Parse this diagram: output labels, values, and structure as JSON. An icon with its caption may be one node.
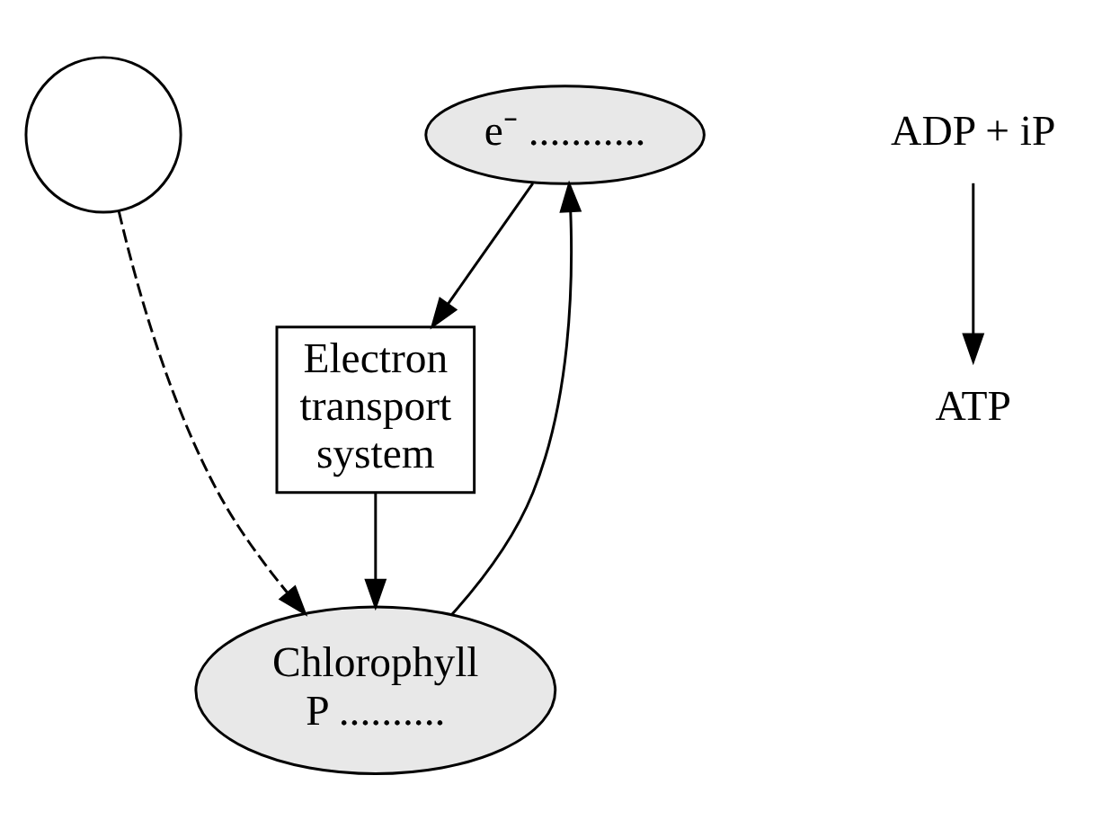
{
  "diagram": {
    "nodes": [
      {
        "text": [],
        "shape": "circle"
      },
      {
        "text": [
          "e⁻ ..........."
        ]
      },
      {
        "text": [
          "Electron transport system"
        ]
      },
      {
        "text": [
          "Chlorophyll P .........."
        ]
      },
      {
        "text": [
          "ADP + iP"
        ]
      },
      {
        "text": [
          "ATP"
        ]
      }
    ],
    "edges": [
      {
        "from": 0,
        "to": 3,
        "arrow": "to",
        "style": "dashed"
      },
      {
        "from": 3,
        "to": 1,
        "arrow": "to"
      },
      {
        "from": 1,
        "to": 2,
        "arrow": "to"
      },
      {
        "from": 2,
        "to": 3,
        "arrow": "to"
      },
      {
        "from": 4,
        "to": 5,
        "arrow": "to"
      }
    ]
  }
}
